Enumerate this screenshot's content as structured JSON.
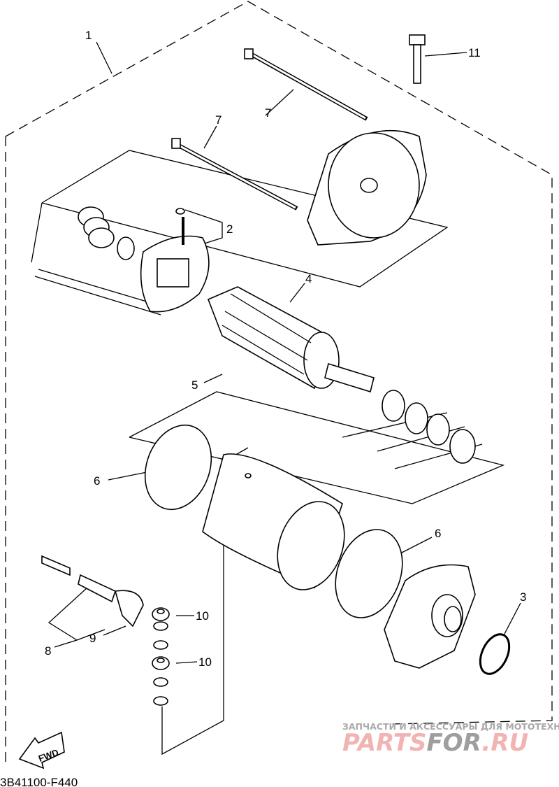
{
  "diagram": {
    "callouts": {
      "c1": "1",
      "c11": "11",
      "c7a": "7",
      "c7b": "7",
      "c2": "2",
      "c4": "4",
      "c5": "5",
      "c6a": "6",
      "c6b": "6",
      "c3": "3",
      "c10a": "10",
      "c10b": "10",
      "c9": "9",
      "c8": "8"
    },
    "fwd_label": "FWD",
    "diagram_code": "3B41100-F440"
  },
  "watermark": {
    "tagline": "ЗАПЧАСТИ И АКСЕССУАРЫ ДЛЯ МОТОТЕХНИКИ",
    "brand_part1": "PARTS",
    "brand_part2": "FOR",
    "brand_part3": ".RU"
  },
  "colors": {
    "brand_red": "#f2b3b3",
    "brand_gray": "#9e9e9e"
  }
}
